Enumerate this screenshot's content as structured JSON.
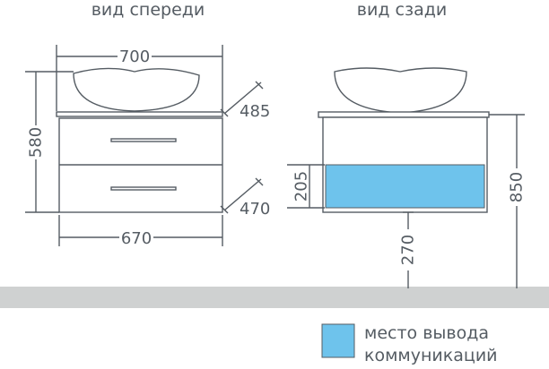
{
  "views": {
    "front_title": "вид спереди",
    "back_title": "вид сзади"
  },
  "dimensions": {
    "top_width": "700",
    "cabinet_width": "670",
    "total_height": "580",
    "top_depth": "485",
    "cabinet_depth": "470",
    "utility_zone_height": "205",
    "floor_to_cabinet": "270",
    "floor_to_top": "850"
  },
  "legend": {
    "line1": "место вывода",
    "line2": "коммуникаций",
    "swatch_color": "#6ec3ec"
  },
  "colors": {
    "line": "#555c63",
    "floor": "#cfd1d1",
    "utility_zone": "#6ec3ec"
  }
}
